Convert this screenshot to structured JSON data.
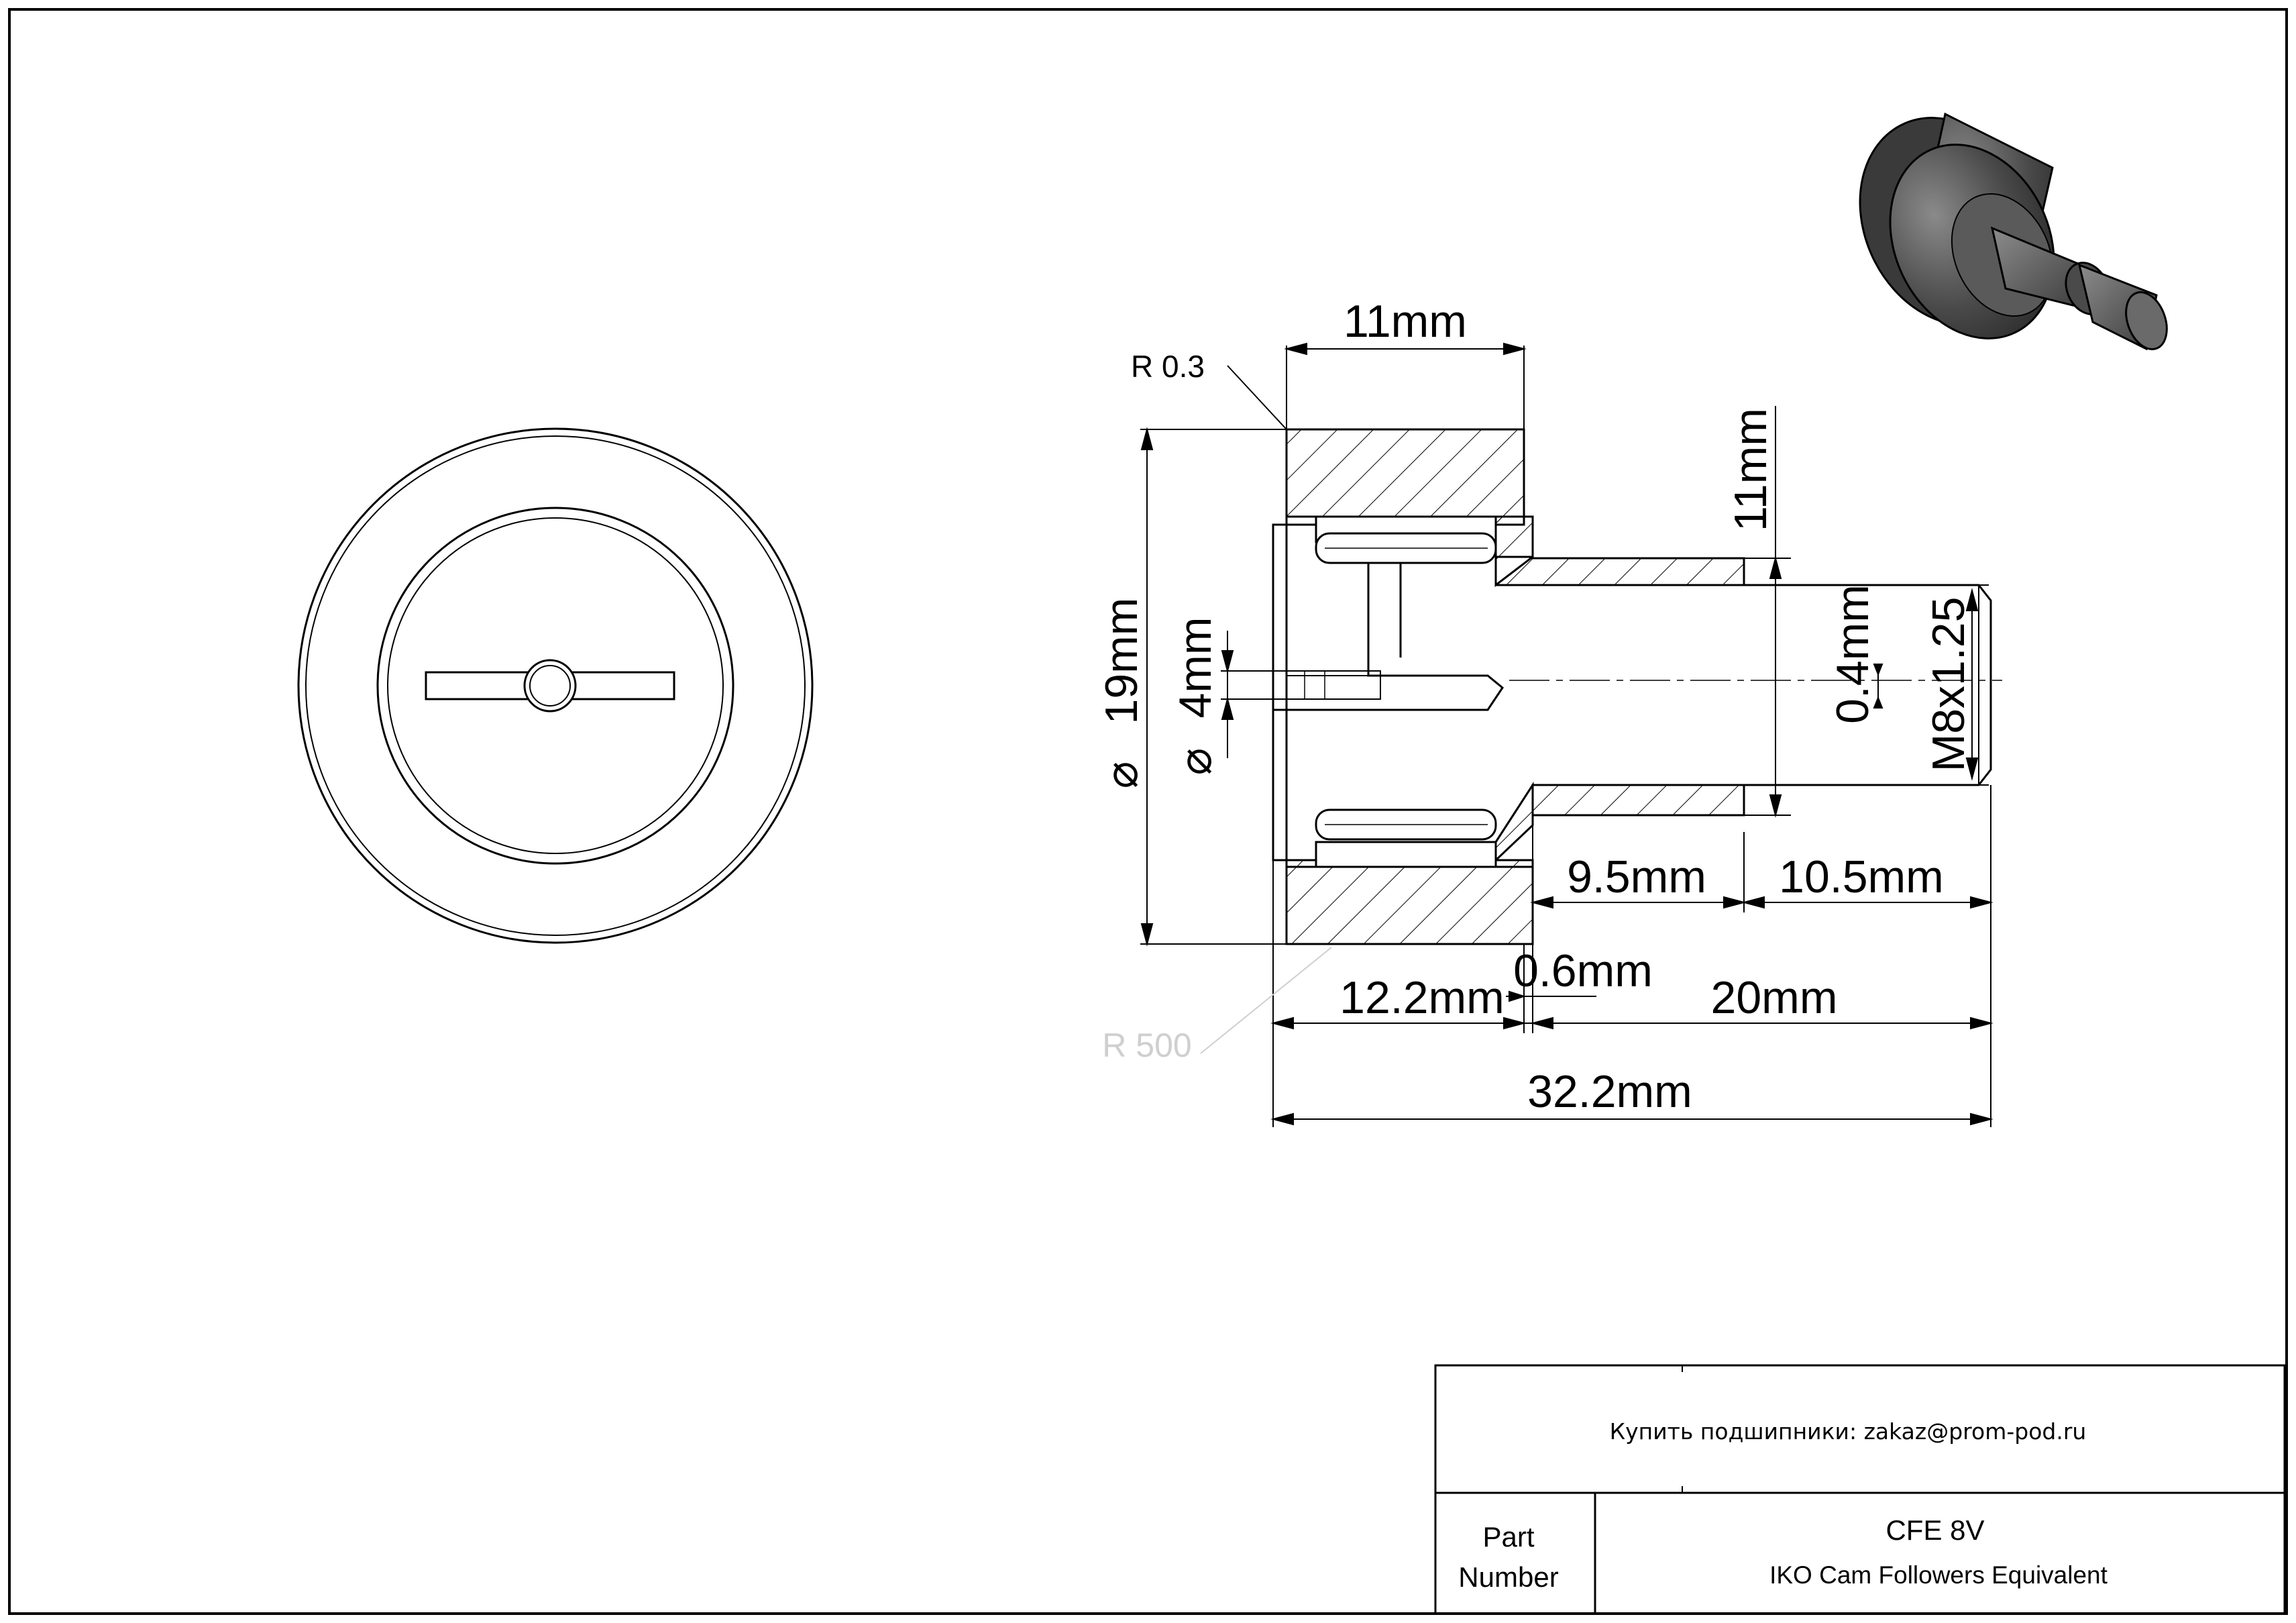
{
  "dimensions": {
    "width_top": "11mm",
    "radius_corner": "R 0.3",
    "shank_length_vertical": "11mm",
    "outer_diameter": "19mm",
    "hole_diameter": "4mm",
    "offset": "0.4mm",
    "thread": "M8x1.25",
    "shoulder_length": "9.5mm",
    "thread_length": "10.5mm",
    "gap": "0.6mm",
    "head_width": "12.2mm",
    "stud_length": "20mm",
    "radius_crown": "R 500",
    "overall_length": "32.2mm"
  },
  "title_block": {
    "contact": "Купить подшипники: zakaz@prom-pod.ru",
    "part_label_line1": "Part",
    "part_label_line2": "Number",
    "part_number": "CFE 8V",
    "description": "IKO Cam Followers Equivalent"
  },
  "colors": {
    "line": "#000000",
    "background": "#ffffff",
    "grey_annotation": "#cfcfcf",
    "render_body": "#505050"
  },
  "icons": [
    "diameter-symbol-icon",
    "3d-cam-follower-render"
  ]
}
